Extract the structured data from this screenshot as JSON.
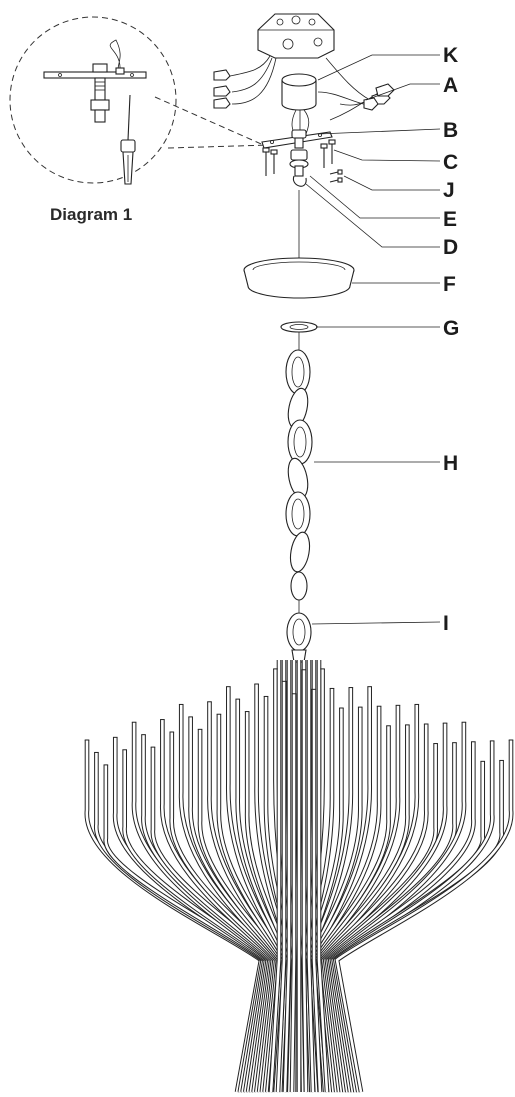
{
  "callout": {
    "caption": "Diagram 1"
  },
  "labels": [
    {
      "id": "K",
      "text": "K",
      "part": "ceiling-junction-box"
    },
    {
      "id": "A",
      "text": "A",
      "part": "wire-connectors"
    },
    {
      "id": "B",
      "text": "B",
      "part": "threaded-nipple-nut"
    },
    {
      "id": "C",
      "text": "C",
      "part": "mounting-screws"
    },
    {
      "id": "J",
      "text": "J",
      "part": "ground-screw"
    },
    {
      "id": "E",
      "text": "E",
      "part": "lock-nut"
    },
    {
      "id": "D",
      "text": "D",
      "part": "loop-hook"
    },
    {
      "id": "F",
      "text": "F",
      "part": "canopy"
    },
    {
      "id": "G",
      "text": "G",
      "part": "collar-ring"
    },
    {
      "id": "H",
      "text": "H",
      "part": "chain"
    },
    {
      "id": "I",
      "text": "I",
      "part": "fixture-loop"
    }
  ]
}
